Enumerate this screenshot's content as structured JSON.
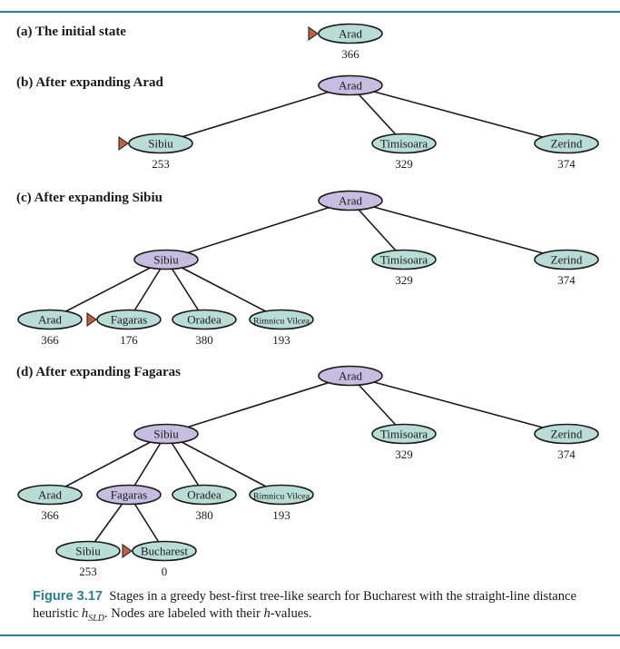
{
  "colors": {
    "accent": "#2e7d8a",
    "frontier_fill": "#b9dcd6",
    "expanded_fill": "#c7bde0",
    "marker": "#c0604a"
  },
  "panels": [
    {
      "label": "(a) The initial state",
      "nodes": [
        {
          "id": "n0",
          "name": "Arad",
          "h": "366",
          "state": "frontier",
          "marker": true
        }
      ],
      "edges": []
    },
    {
      "label": "(b) After expanding Arad",
      "nodes": [
        {
          "id": "r",
          "name": "Arad",
          "state": "expanded"
        },
        {
          "id": "s",
          "name": "Sibiu",
          "h": "253",
          "state": "frontier",
          "marker": true
        },
        {
          "id": "t",
          "name": "Timisoara",
          "h": "329",
          "state": "frontier"
        },
        {
          "id": "z",
          "name": "Zerind",
          "h": "374",
          "state": "frontier"
        }
      ],
      "edges": [
        [
          "r",
          "s"
        ],
        [
          "r",
          "t"
        ],
        [
          "r",
          "z"
        ]
      ]
    },
    {
      "label": "(c) After expanding Sibiu",
      "nodes": [
        {
          "id": "r",
          "name": "Arad",
          "state": "expanded"
        },
        {
          "id": "s",
          "name": "Sibiu",
          "state": "expanded"
        },
        {
          "id": "t",
          "name": "Timisoara",
          "h": "329",
          "state": "frontier"
        },
        {
          "id": "z",
          "name": "Zerind",
          "h": "374",
          "state": "frontier"
        },
        {
          "id": "a2",
          "name": "Arad",
          "h": "366",
          "state": "frontier"
        },
        {
          "id": "f",
          "name": "Fagaras",
          "h": "176",
          "state": "frontier",
          "marker": true
        },
        {
          "id": "o",
          "name": "Oradea",
          "h": "380",
          "state": "frontier"
        },
        {
          "id": "rv",
          "name": "Rimnicu Vilcea",
          "h": "193",
          "state": "frontier",
          "small": true
        }
      ],
      "edges": [
        [
          "r",
          "s"
        ],
        [
          "r",
          "t"
        ],
        [
          "r",
          "z"
        ],
        [
          "s",
          "a2"
        ],
        [
          "s",
          "f"
        ],
        [
          "s",
          "o"
        ],
        [
          "s",
          "rv"
        ]
      ]
    },
    {
      "label": "(d) After expanding Fagaras",
      "nodes": [
        {
          "id": "r",
          "name": "Arad",
          "state": "expanded"
        },
        {
          "id": "s",
          "name": "Sibiu",
          "state": "expanded"
        },
        {
          "id": "t",
          "name": "Timisoara",
          "h": "329",
          "state": "frontier"
        },
        {
          "id": "z",
          "name": "Zerind",
          "h": "374",
          "state": "frontier"
        },
        {
          "id": "a2",
          "name": "Arad",
          "h": "366",
          "state": "frontier"
        },
        {
          "id": "f",
          "name": "Fagaras",
          "state": "expanded"
        },
        {
          "id": "o",
          "name": "Oradea",
          "h": "380",
          "state": "frontier"
        },
        {
          "id": "rv",
          "name": "Rimnicu Vilcea",
          "h": "193",
          "state": "frontier",
          "small": true
        },
        {
          "id": "s2",
          "name": "Sibiu",
          "h": "253",
          "state": "frontier"
        },
        {
          "id": "b",
          "name": "Bucharest",
          "h": "0",
          "state": "frontier",
          "marker": true
        }
      ],
      "edges": [
        [
          "r",
          "s"
        ],
        [
          "r",
          "t"
        ],
        [
          "r",
          "z"
        ],
        [
          "s",
          "a2"
        ],
        [
          "s",
          "f"
        ],
        [
          "s",
          "o"
        ],
        [
          "s",
          "rv"
        ],
        [
          "f",
          "s2"
        ],
        [
          "f",
          "b"
        ]
      ]
    }
  ],
  "caption": {
    "figure_label": "Figure 3.17",
    "text_1": "Stages in a greedy best-first tree-like search for Bucharest with the straight-line distance heuristic ",
    "h_symbol": "h",
    "h_subscript": "SLD",
    "text_2": ". Nodes are labeled with their ",
    "h_italic": "h",
    "text_3": "-values."
  }
}
